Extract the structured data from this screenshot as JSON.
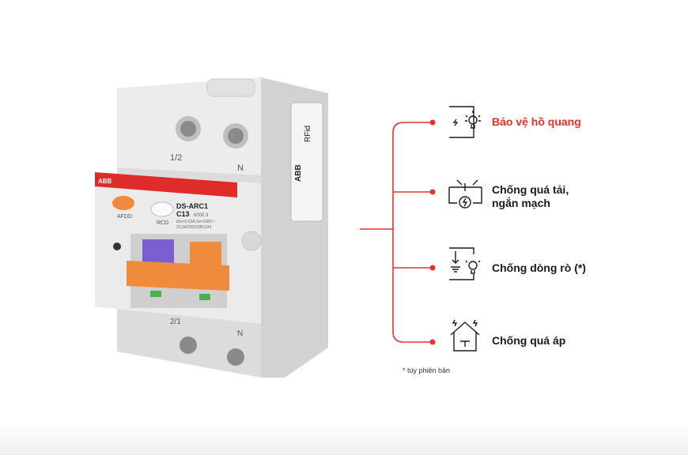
{
  "product": {
    "brand": "ABB",
    "model": "DS-ARC1",
    "rating": "C13",
    "specs_line1": "6000  3",
    "specs_line2": "IΔn=0.03A   Ue=230V~",
    "specs_line3": "2CSA255103R1134",
    "button_afdd": "AFDD",
    "button_rcd": "RCD",
    "terminal_top_left": "1/2",
    "terminal_top_right": "N",
    "terminal_bottom_left": "2/1",
    "terminal_bottom_right": "N",
    "rfid": "RFid"
  },
  "features": [
    {
      "label": "Bảo vệ hồ quang",
      "icon": "arc-fault-icon",
      "highlight": true
    },
    {
      "label": "Chống quá tải,",
      "label2": "ngắn mạch",
      "icon": "overload-shortcircuit-icon",
      "highlight": false
    },
    {
      "label": "Chống dòng rò (*)",
      "icon": "residual-current-icon",
      "highlight": false
    },
    {
      "label": "Chống quá áp",
      "icon": "overvoltage-icon",
      "highlight": false
    }
  ],
  "footnote": "* tùy phiên bản",
  "colors": {
    "accent": "#e8312b",
    "orange": "#f08a3c",
    "text": "#1a1a1a"
  }
}
